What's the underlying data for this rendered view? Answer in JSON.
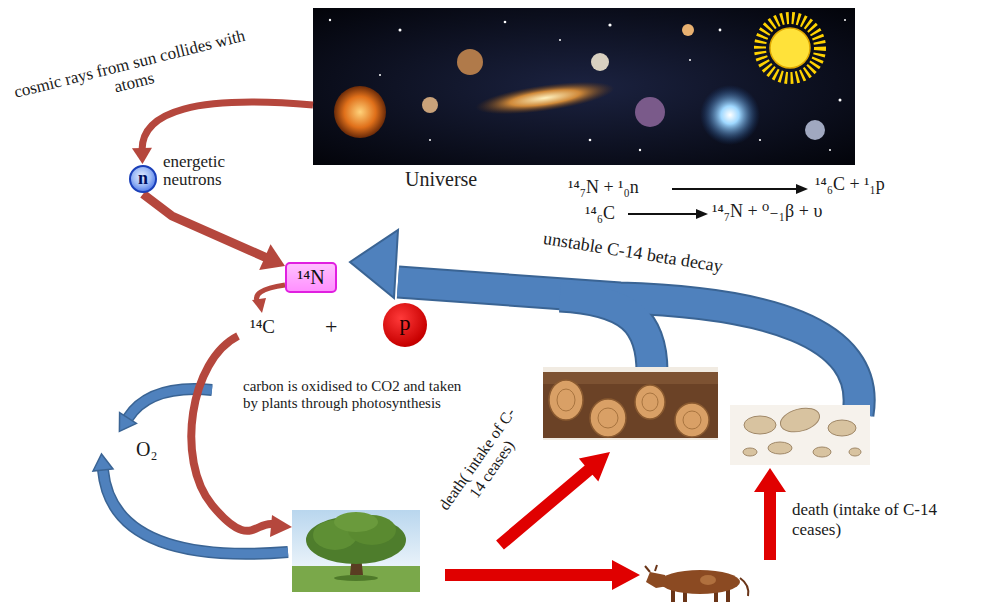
{
  "diagram": {
    "nodes": [
      {
        "text": [
          "Universe"
        ]
      },
      {
        "text": [
          "n",
          "energetic neutrons"
        ]
      },
      {
        "text": [
          "¹⁴N"
        ]
      },
      {
        "text": [
          "p"
        ]
      }
    ],
    "edges": [
      {
        "from": 0,
        "to": 1,
        "arrow": "to",
        "label": "cosmic rays from sun collides with atoms"
      },
      {
        "from": 1,
        "to": 2,
        "arrow": "to"
      }
    ],
    "labels": [
      "¹⁴₇N + ¹₀n",
      "¹⁴₆C + ¹₁p",
      "¹⁴₆C",
      "¹⁴₇N + ⁰₋₁β + υ",
      "unstable C-14 beta decay",
      "¹⁴C",
      "+",
      "carbon is oxidised to CO2 and taken by plants through photosynthesis",
      "O₂",
      "death( intake of C-14 ceases)",
      "death (intake of C-14 ceases)"
    ]
  }
}
